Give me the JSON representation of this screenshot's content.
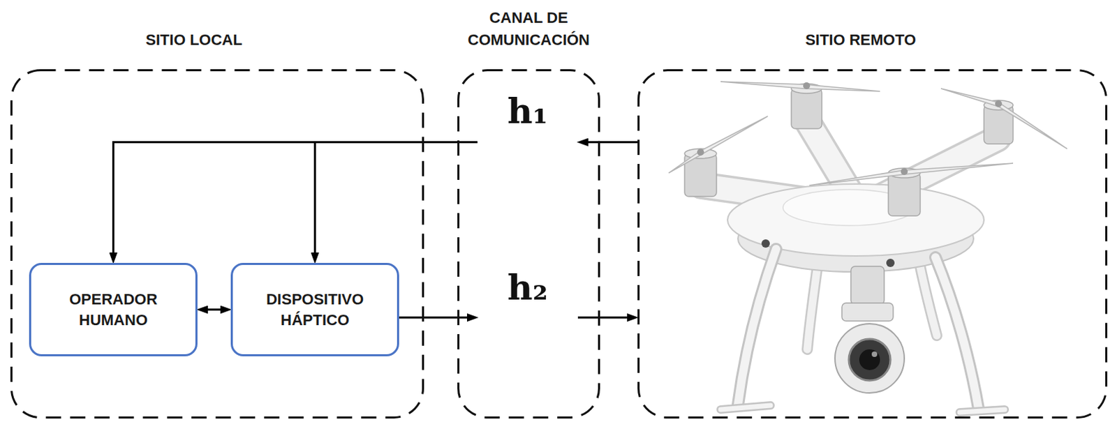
{
  "diagram": {
    "nodes": [
      {
        "text": [
          "SITIO LOCAL"
        ]
      },
      {
        "text": [
          "OPERADOR HUMANO"
        ],
        "in": 0
      },
      {
        "text": [
          "DISPOSITIVO HÁPTICO"
        ],
        "in": 0
      },
      {
        "text": [
          "CANAL DE COMUNICACIÓN"
        ]
      },
      {
        "text": [
          "h₁"
        ],
        "in": 3
      },
      {
        "text": [
          "h₂"
        ],
        "in": 3
      },
      {
        "text": [
          "SITIO REMOTO"
        ]
      }
    ],
    "edges": [
      {
        "from": 6,
        "to": 4,
        "arrow": "to"
      },
      {
        "from": 4,
        "to": 1,
        "arrow": "to"
      },
      {
        "from": 4,
        "to": 2,
        "arrow": "to"
      },
      {
        "from": 1,
        "to": 2,
        "arrow": "both"
      },
      {
        "from": 2,
        "to": 5,
        "arrow": "to"
      },
      {
        "from": 5,
        "to": 6,
        "arrow": "to"
      }
    ]
  }
}
